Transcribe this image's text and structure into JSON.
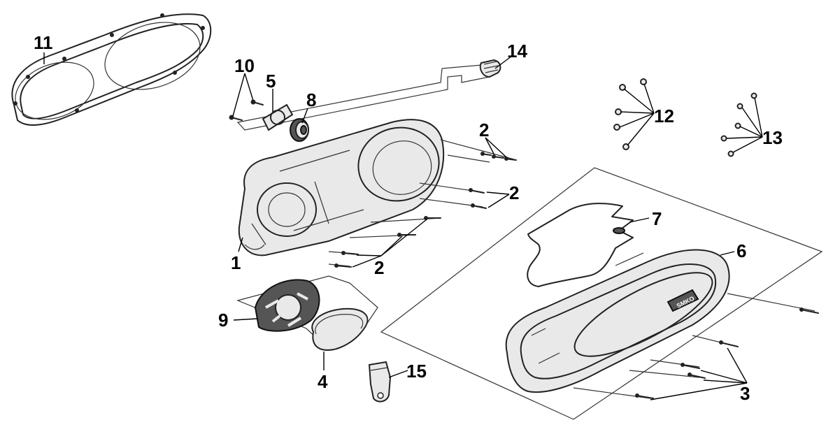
{
  "callouts": {
    "c1": "1",
    "c2a": "2",
    "c2b": "2",
    "c2c": "2",
    "c3": "3",
    "c4": "4",
    "c5": "5",
    "c6": "6",
    "c7": "7",
    "c8": "8",
    "c9": "9",
    "c10": "10",
    "c11": "11",
    "c12": "12",
    "c13": "13",
    "c14": "14",
    "c15": "15"
  },
  "cover_logo": "SMKO"
}
